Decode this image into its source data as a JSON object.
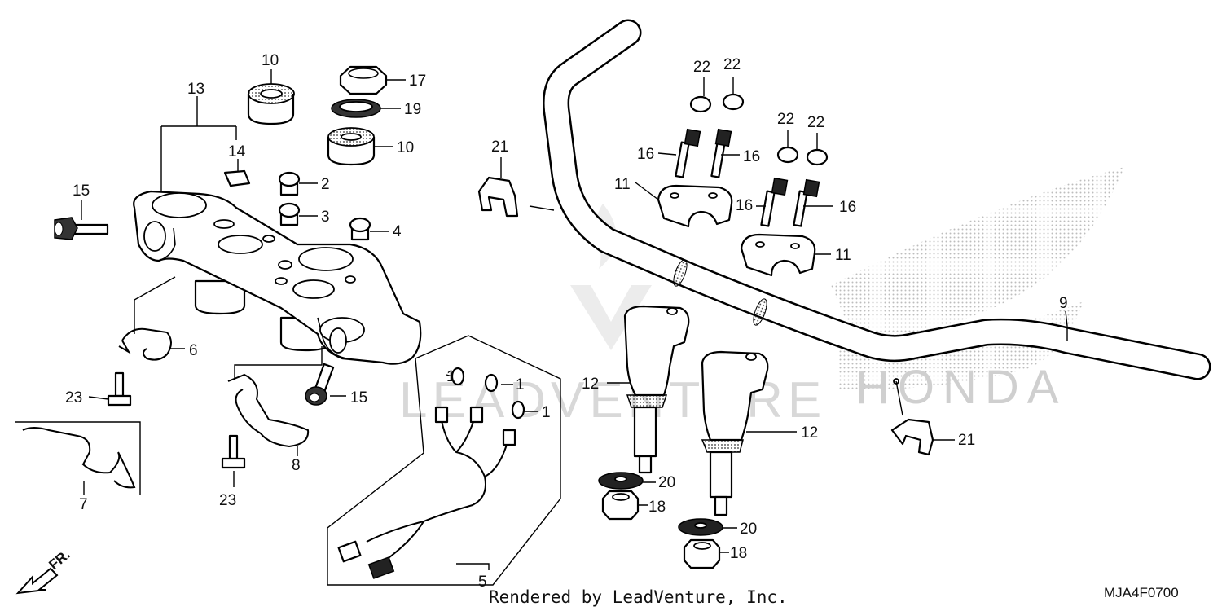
{
  "callouts": {
    "c1a": "1",
    "c1b": "1",
    "c1c": "1",
    "c2": "2",
    "c3": "3",
    "c4": "4",
    "c5": "5",
    "c6": "6",
    "c7": "7",
    "c8": "8",
    "c9": "9",
    "c10a": "10",
    "c10b": "10",
    "c11a": "11",
    "c11b": "11",
    "c12a": "12",
    "c12b": "12",
    "c13": "13",
    "c14": "14",
    "c15a": "15",
    "c15b": "15",
    "c16a": "16",
    "c16b": "16",
    "c16c": "16",
    "c16d": "16",
    "c17": "17",
    "c18a": "18",
    "c18b": "18",
    "c19": "19",
    "c20a": "20",
    "c20b": "20",
    "c21a": "21",
    "c21b": "21",
    "c22a": "22",
    "c22b": "22",
    "c22c": "22",
    "c22d": "22",
    "c23a": "23",
    "c23b": "23"
  },
  "direction_label": "FR.",
  "footer": {
    "rendered_by": "Rendered by LeadVenture, Inc.",
    "diagram_code": "MJA4F0700"
  },
  "watermark": {
    "brand": "LEADVENTURE",
    "logo_text": "HONDA"
  }
}
